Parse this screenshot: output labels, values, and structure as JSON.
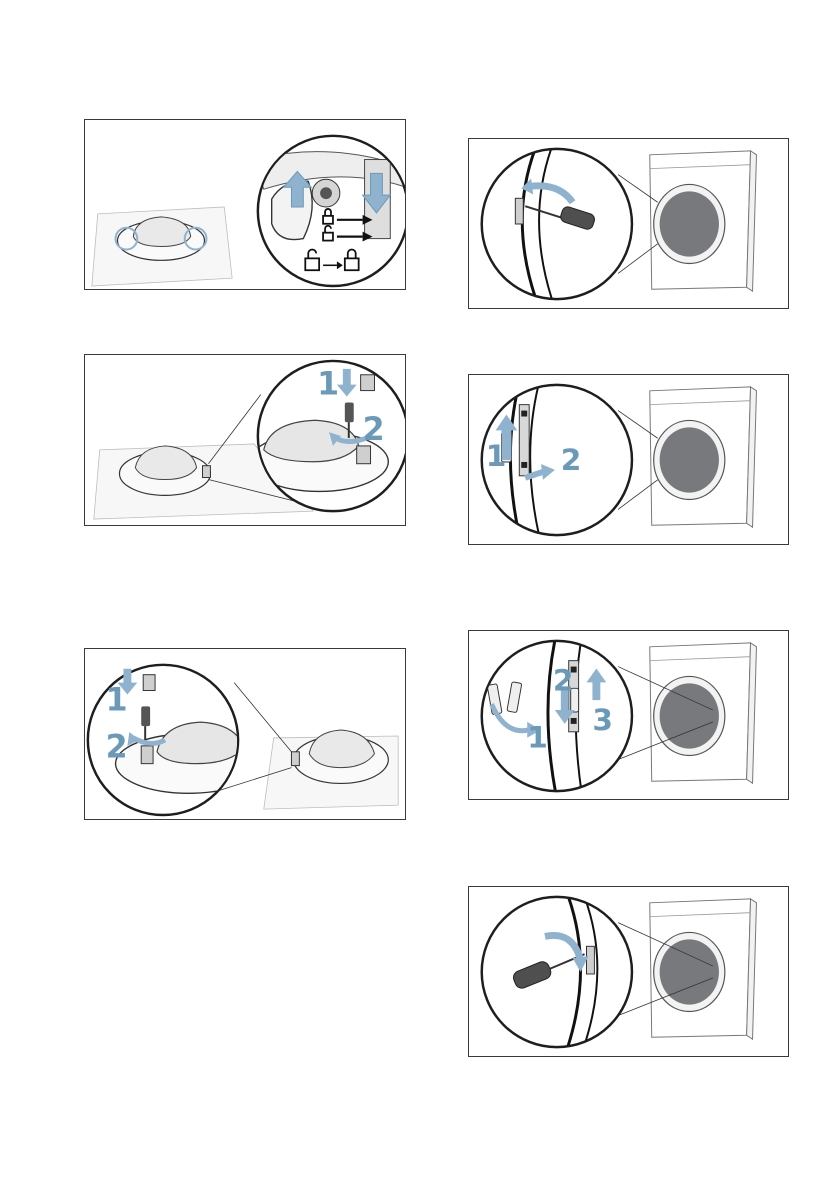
{
  "colors": {
    "arrow": "#8fb3cf",
    "number": "#6b9ab8",
    "line": "#2a2a2a",
    "drum": "#77797c",
    "border": "#3a3a3a"
  },
  "figures": [
    {
      "id": "door-lock-switch",
      "labels": []
    },
    {
      "id": "remove-hinge-from-door",
      "labels": [
        "1",
        "2"
      ]
    },
    {
      "id": "attach-hinge-opposite-side",
      "labels": [
        "1",
        "2"
      ]
    },
    {
      "id": "unscrew-door-catch",
      "labels": []
    },
    {
      "id": "remove-door-catch",
      "labels": [
        "1",
        "2"
      ]
    },
    {
      "id": "reposition-door-catch",
      "labels": [
        "1",
        "2",
        "3"
      ]
    },
    {
      "id": "screw-door-catch",
      "labels": []
    }
  ],
  "icons": {
    "lock": "padlock-icon",
    "arrow": "arrow-icon",
    "screwdriver": "screwdriver-icon",
    "machine": "washing-machine-icon"
  }
}
